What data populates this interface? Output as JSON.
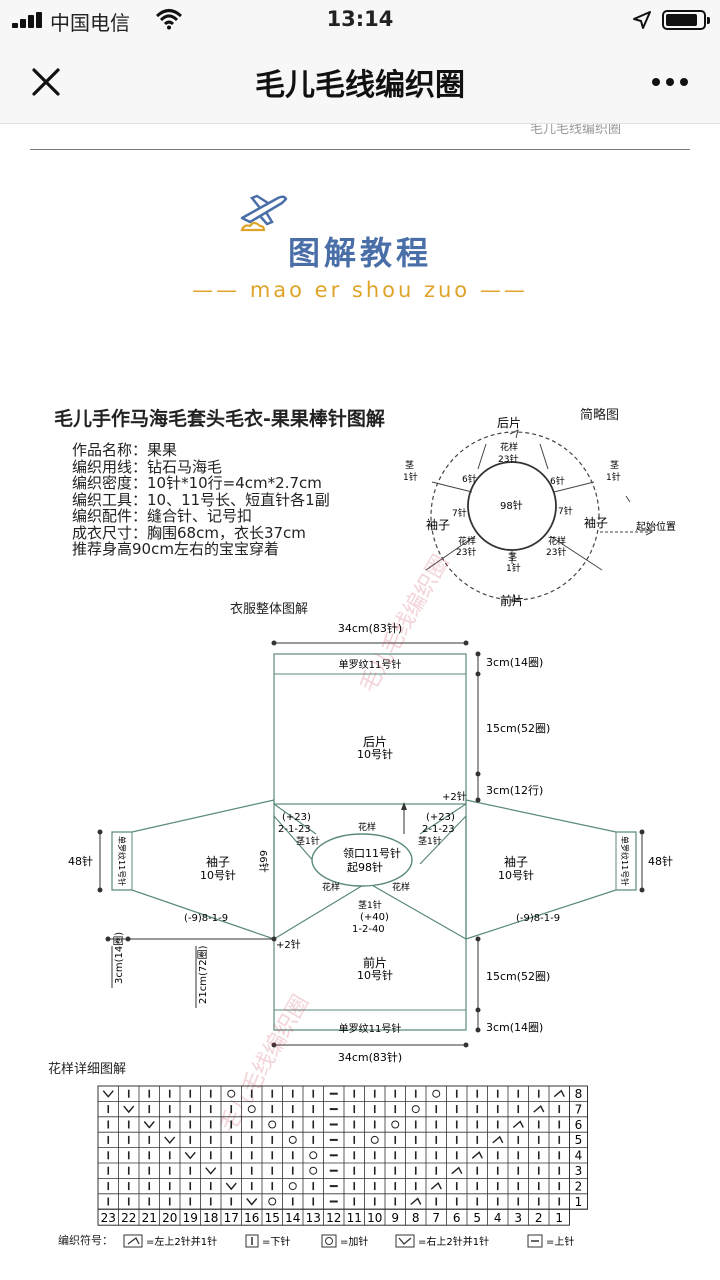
{
  "status_bar": {
    "carrier": "中国电信",
    "time": "13:14",
    "battery_level": 0.85
  },
  "nav": {
    "title": "毛儿毛线编织圈",
    "close_icon": "close-icon",
    "more_icon": "more-dots-icon"
  },
  "watermark": "毛儿毛线编织圈",
  "header": {
    "title": "图解教程",
    "subtitle": "—— mao er shou zuo ——"
  },
  "pattern": {
    "title": "毛儿手作马海毛套头毛衣-果果棒针图解",
    "sketch_title": "简略图",
    "info": [
      "作品名称：果果",
      "编织用线：钻石马海毛",
      "编织密度：10针*10行=4cm*2.7cm",
      "编织工具：10、11号长、短直针各1副",
      "编织配件：缝合针、记号扣",
      "成衣尺寸：胸围68cm，衣长37cm",
      "推荐身高90cm左右的宝宝穿着"
    ],
    "sketch": {
      "back": "后片",
      "front": "前片",
      "sleeve_left": "袖子",
      "sleeve_right": "袖子",
      "start": "起始位置",
      "center": "98针",
      "stem_left": "茎",
      "stem_left_count": "1针",
      "stem_right": "茎",
      "stem_right_count": "1针",
      "stem_bottom": "茎",
      "stem_bottom_count": "1针",
      "pattern_top": "花样",
      "pattern_top_count": "23针",
      "pattern_left": "花样",
      "pattern_left_count": "23针",
      "pattern_right": "花样",
      "pattern_right_count": "23针",
      "six_left": "6针",
      "six_right": "6针",
      "seven_left": "7针",
      "seven_right": "7针"
    },
    "overall_title": "衣服整体图解",
    "diagram": {
      "top_width": "34cm(83针)",
      "bottom_width": "34cm(83针)",
      "rib_top": "单罗纹11号针",
      "rib_bottom": "单罗纹11号针",
      "back_name": "后片",
      "back_needle": "10号针",
      "front_name": "前片",
      "front_needle": "10号针",
      "sleeve_l_name": "袖子",
      "sleeve_l_needle": "10号针",
      "sleeve_r_name": "袖子",
      "sleeve_r_needle": "10号针",
      "rib_sleeve": "单罗纹11号针",
      "neck_1": "领口11号针",
      "neck_2": "起98针",
      "r_3cm_14": "3cm(14圈)",
      "r_15cm_52": "15cm(52圈)",
      "r_3cm_12": "3cm(12行)",
      "r_15cm_52b": "15cm(52圈)",
      "r_3cm_14b": "3cm(14圈)",
      "plus2_a": "+2针",
      "plus2_b": "+2针",
      "left_48": "48针",
      "right_48": "48针",
      "vert_66": "66针",
      "dec_left": "(-9)8-1-9",
      "dec_right": "(-9)8-1-9",
      "inc_l_1": "(+23)",
      "inc_l_2": "2-1-23",
      "inc_l_3": "茎1针",
      "inc_r_1": "(+23)",
      "inc_r_2": "2-1-23",
      "inc_r_3": "茎1针",
      "pat_l": "花样",
      "pat_r": "花样",
      "pat_top": "花样",
      "stem_b": "茎1针",
      "inc_b_1": "(+40)",
      "inc_b_2": "1-2-40",
      "sleeve_3cm": "3cm(14圈)",
      "sleeve_21cm": "21cm(72圈)"
    },
    "detail_title": "花样详细图解",
    "grid": {
      "col_labels": [
        "23",
        "22",
        "21",
        "20",
        "19",
        "18",
        "17",
        "16",
        "15",
        "14",
        "13",
        "12",
        "11",
        "10",
        "9",
        "8",
        "7",
        "6",
        "5",
        "4",
        "3",
        "2",
        "1"
      ],
      "row_labels": [
        "8",
        "7",
        "6",
        "5",
        "4",
        "3",
        "2",
        "1"
      ]
    },
    "legend": {
      "label": "编织符号：",
      "items": [
        "=左上2针并1针",
        "=下针",
        "=加针",
        "=右上2针并1针",
        "=上针"
      ]
    }
  }
}
